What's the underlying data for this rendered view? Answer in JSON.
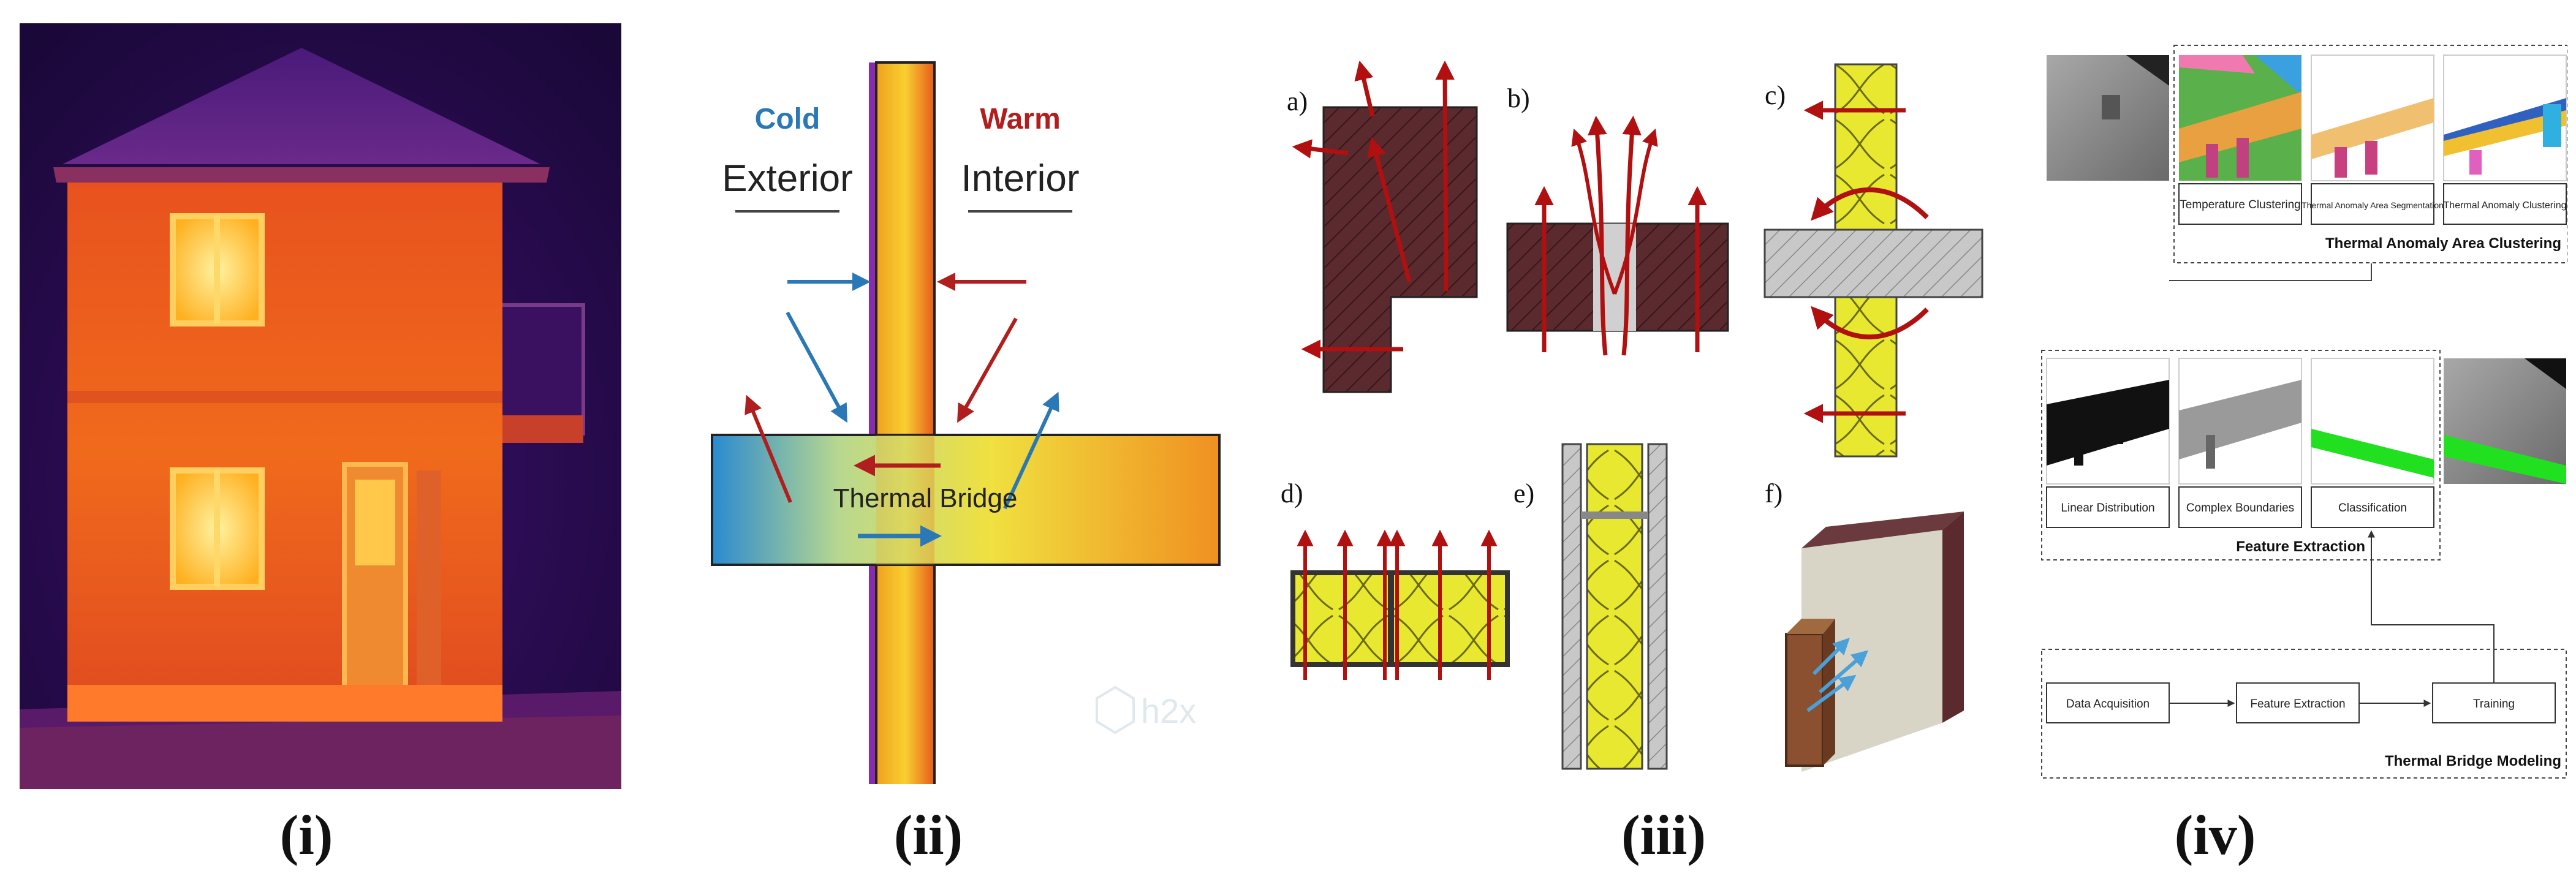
{
  "captions": [
    "(i)",
    "(ii)",
    "(iii)",
    "(iv)"
  ],
  "panel_ii": {
    "cold": "Cold",
    "exterior": "Exterior",
    "warm": "Warm",
    "interior": "Interior",
    "bridge": "Thermal Bridge",
    "watermark": "h2x",
    "colors": {
      "cold": "#2a78b5",
      "warm": "#b01e1e"
    }
  },
  "panel_iii": {
    "labels": [
      "a)",
      "b)",
      "c)",
      "d)",
      "e)",
      "f)"
    ]
  },
  "panel_iv": {
    "cluster_labels": [
      "Temperature Clustering",
      "Thermal Anomaly Area Segmentation",
      "Thermal Anomaly Clustering"
    ],
    "cluster_title": "Thermal Anomaly Area Clustering",
    "feature_labels": [
      "Linear Distribution",
      "Complex Boundaries",
      "Classification"
    ],
    "feature_title": "Feature Extraction",
    "flow": [
      "Data Acquisition",
      "Feature Extraction",
      "Training"
    ],
    "model_title": "Thermal Bridge Modeling"
  }
}
